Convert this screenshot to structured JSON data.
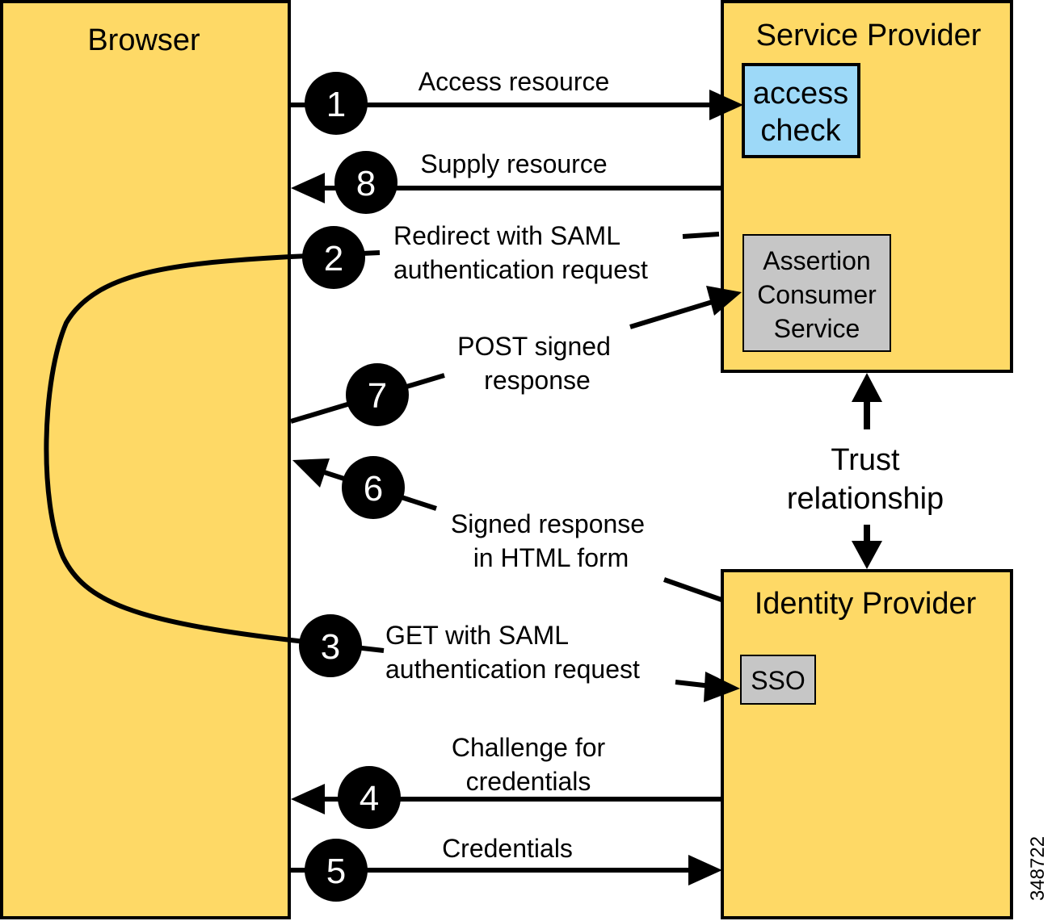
{
  "colors": {
    "component_fill": "#FED966",
    "access_check_fill": "#9DD9F8",
    "subcomponent_fill": "#C6C6C6",
    "line": "#000000",
    "step_circle": "#000000",
    "step_text": "#FFFFFF"
  },
  "browser": {
    "title": "Browser"
  },
  "service_provider": {
    "title": "Service Provider",
    "access_check": [
      "access",
      "check"
    ],
    "acs": [
      "Assertion",
      "Consumer",
      "Service"
    ]
  },
  "identity_provider": {
    "title": "Identity Provider",
    "sso": "SSO"
  },
  "trust": [
    "Trust",
    "relationship"
  ],
  "steps": [
    {
      "num": "1",
      "label": [
        "Access resource"
      ]
    },
    {
      "num": "2",
      "label": [
        "Redirect with SAML",
        "authentication request"
      ]
    },
    {
      "num": "3",
      "label": [
        "GET with SAML",
        "authentication request"
      ]
    },
    {
      "num": "4",
      "label": [
        "Challenge for",
        "credentials"
      ]
    },
    {
      "num": "5",
      "label": [
        "Credentials"
      ]
    },
    {
      "num": "6",
      "label": [
        "Signed response",
        "in HTML form"
      ]
    },
    {
      "num": "7",
      "label": [
        "POST signed",
        "response"
      ]
    },
    {
      "num": "8",
      "label": [
        "Supply resource"
      ]
    }
  ],
  "figure_id": "348722"
}
